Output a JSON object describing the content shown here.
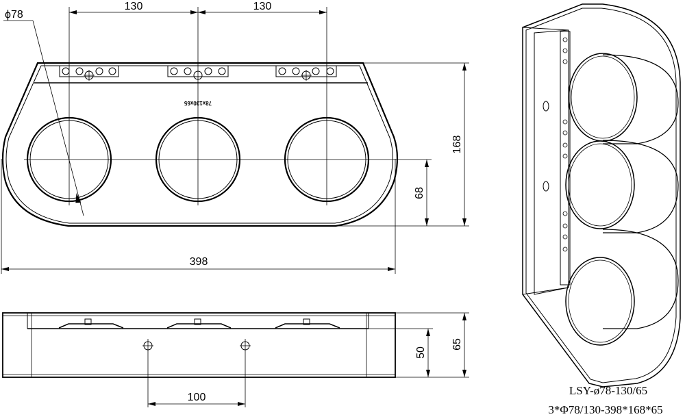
{
  "dimensions": {
    "hole_diameter": "ϕ78",
    "spacing_left": "130",
    "spacing_right": "130",
    "overall_width": "398",
    "overall_height": "168",
    "hole_center_height": "68",
    "mount_spacing": "100",
    "base_height": "50",
    "total_depth": "65"
  },
  "engraving": "78x130x65",
  "model_code": "LSY-ø78-130/65",
  "spec_code": "3*Φ78/130-398*168*65"
}
